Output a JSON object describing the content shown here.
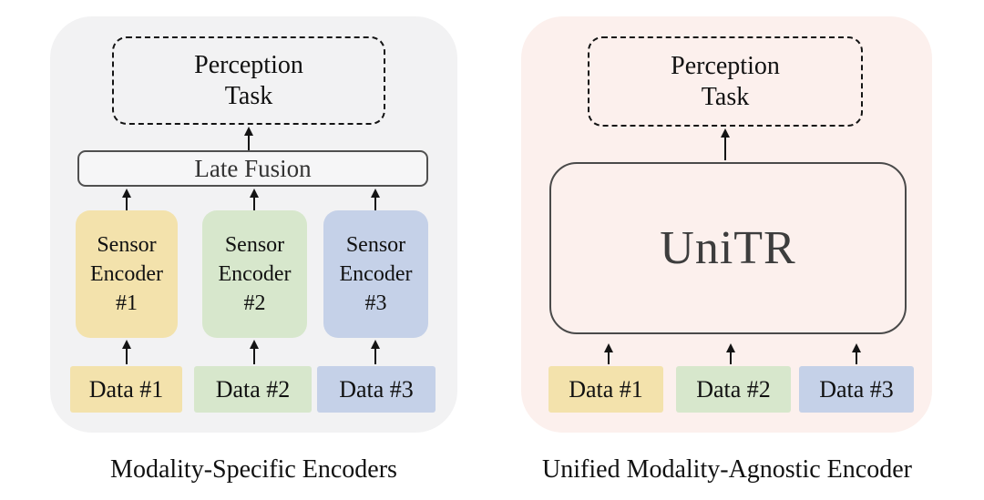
{
  "figure": {
    "left_panel": {
      "caption": "Modality-Specific Encoders",
      "background_color": "#f2f2f3",
      "perception_task": {
        "line1": "Perception",
        "line2": "Task"
      },
      "late_fusion_label": "Late Fusion",
      "sensor_encoders": [
        {
          "line1": "Sensor",
          "line2": "Encoder",
          "line3": "#1",
          "color": "#f3e2ac"
        },
        {
          "line1": "Sensor",
          "line2": "Encoder",
          "line3": "#2",
          "color": "#d7e7cc"
        },
        {
          "line1": "Sensor",
          "line2": "Encoder",
          "line3": "#3",
          "color": "#c5d1e8"
        }
      ],
      "data_items": [
        {
          "label": "Data #1",
          "color": "#f3e2ac"
        },
        {
          "label": "Data #2",
          "color": "#d7e7cc"
        },
        {
          "label": "Data #3",
          "color": "#c5d1e8"
        }
      ]
    },
    "right_panel": {
      "caption": "Unified Modality-Agnostic Encoder",
      "background_color": "#fcf0ed",
      "perception_task": {
        "line1": "Perception",
        "line2": "Task"
      },
      "unitr_label": "UniTR",
      "data_items": [
        {
          "label": "Data #1",
          "color": "#f3e2ac"
        },
        {
          "label": "Data #2",
          "color": "#d7e7cc"
        },
        {
          "label": "Data #3",
          "color": "#c5d1e8"
        }
      ]
    }
  }
}
